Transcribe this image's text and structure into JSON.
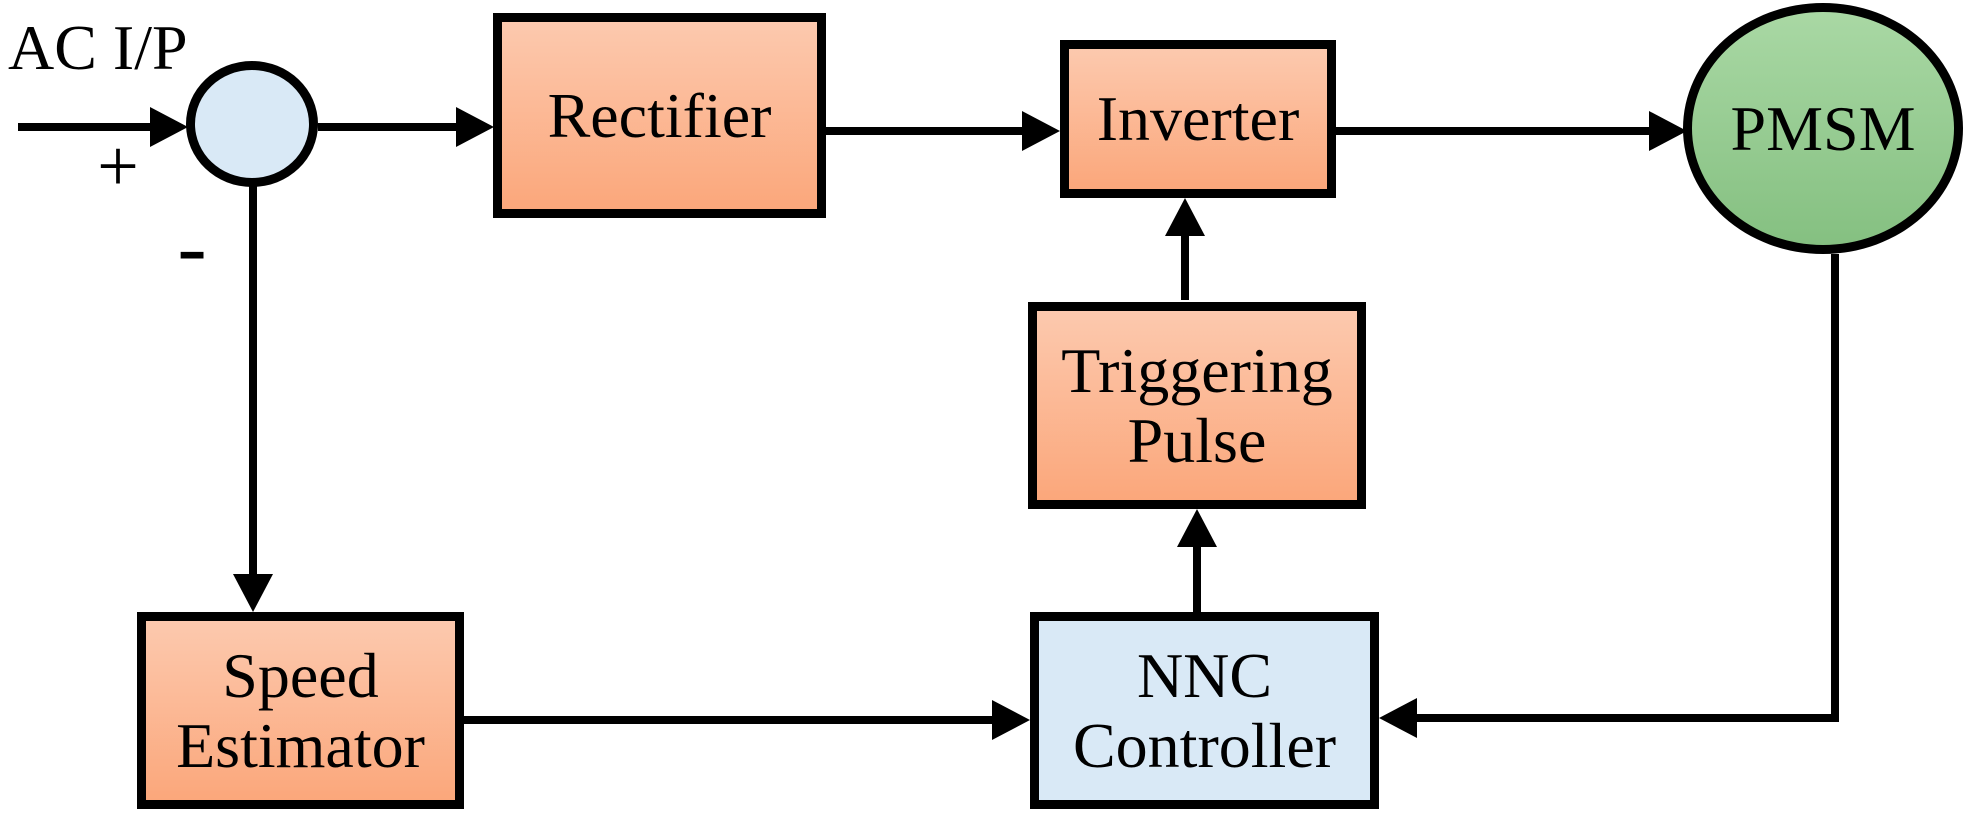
{
  "diagram": {
    "input_label": "AC I/P",
    "sum_junction": {
      "plus": "+",
      "minus": "-"
    },
    "nodes": [
      {
        "id": "rectifier",
        "label": "Rectifier",
        "lines": [
          "Rectifier"
        ],
        "shape": "box",
        "fill": "orange"
      },
      {
        "id": "inverter",
        "label": "Inverter",
        "lines": [
          "Inverter"
        ],
        "shape": "box",
        "fill": "orange"
      },
      {
        "id": "pmsm",
        "label": "PMSM",
        "lines": [
          "PMSM"
        ],
        "shape": "ellipse",
        "fill": "green"
      },
      {
        "id": "triggering-pulse",
        "label": "Triggering Pulse",
        "lines": [
          "Triggering",
          "Pulse"
        ],
        "shape": "box",
        "fill": "orange"
      },
      {
        "id": "nnc-controller",
        "label": "NNC Controller",
        "lines": [
          "NNC",
          "Controller"
        ],
        "shape": "box",
        "fill": "blue"
      },
      {
        "id": "speed-estimator",
        "label": "Speed Estimator",
        "lines": [
          "Speed",
          "Estimator"
        ],
        "shape": "box",
        "fill": "orange"
      }
    ],
    "connections": [
      {
        "from": "AC I/P",
        "to": "Summing junction",
        "sign": "+"
      },
      {
        "from": "Summing junction",
        "to": "Rectifier"
      },
      {
        "from": "Rectifier",
        "to": "Inverter"
      },
      {
        "from": "Inverter",
        "to": "PMSM"
      },
      {
        "from": "Triggering Pulse",
        "to": "Inverter"
      },
      {
        "from": "NNC Controller",
        "to": "Triggering Pulse"
      },
      {
        "from": "Summing junction",
        "to": "Speed Estimator",
        "sign": "-"
      },
      {
        "from": "Speed Estimator",
        "to": "NNC Controller"
      },
      {
        "from": "PMSM",
        "to": "NNC Controller"
      }
    ],
    "colors": {
      "box_orange_top": "#fcc9ae",
      "box_orange_bottom": "#fba77b",
      "box_blue": "#d9e9f6",
      "ellipse_green_top": "#a9d8a4",
      "ellipse_green_bottom": "#85c081",
      "stroke": "#000000",
      "background": "#ffffff"
    }
  }
}
